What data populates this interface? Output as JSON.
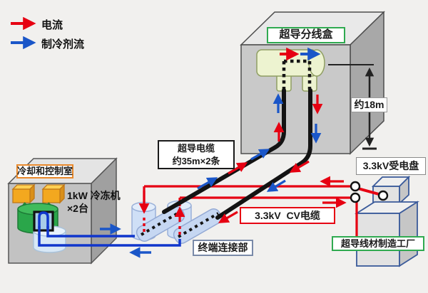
{
  "colors": {
    "current_red": "#e60012",
    "refrigerant_blue": "#1a56c8",
    "pipe_blue": "#1036cc",
    "cable_black": "#1a1a1a",
    "junction_label_green": "#2faa50",
    "factory_label_green": "#2faa50",
    "control_room_label_orange": "#e8882a",
    "terminal_label_blue": "#7a8aa8",
    "cv_label_red": "#e60012",
    "panel_label_gray": "#8a8a8a"
  },
  "legend": {
    "items": [
      {
        "label": "电流",
        "color": "#e60012"
      },
      {
        "label": "制冷剂流",
        "color": "#1a56c8"
      }
    ]
  },
  "labels": {
    "junction_box": "超导分线盒",
    "sc_cable_line1": "超导电缆",
    "sc_cable_line2": "约35m×2条",
    "height": "约18m",
    "receiving_panel": "3.3kV受电盘",
    "control_room": "冷却和控制室",
    "refrigerator_line1": "1kW 冷冻机",
    "refrigerator_line2": "×2台",
    "terminal": "终端连接部",
    "cv_cable": "3.3kV  CV电缆",
    "factory": "超导线材制造工厂"
  }
}
